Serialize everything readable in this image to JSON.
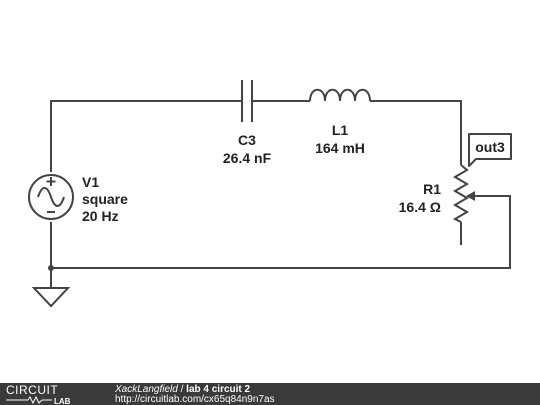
{
  "circuit": {
    "v1": {
      "name": "V1",
      "type": "square",
      "freq": "20 Hz"
    },
    "c3": {
      "name": "C3",
      "value": "26.4 nF"
    },
    "l1": {
      "name": "L1",
      "value": "164 mH"
    },
    "r1": {
      "name": "R1",
      "value": "16.4 Ω"
    },
    "probe": {
      "label": "out3"
    }
  },
  "footer": {
    "logo_top": "CIRCUIT",
    "logo_bottom": "LAB",
    "author": "XackLangfield",
    "separator": " / ",
    "title": "lab 4 circuit 2",
    "url": "http://circuitlab.com/cx65q84n9n7as"
  },
  "colors": {
    "wire": "#444444",
    "footer_bg": "#3a3a3a",
    "text": "#222222"
  }
}
